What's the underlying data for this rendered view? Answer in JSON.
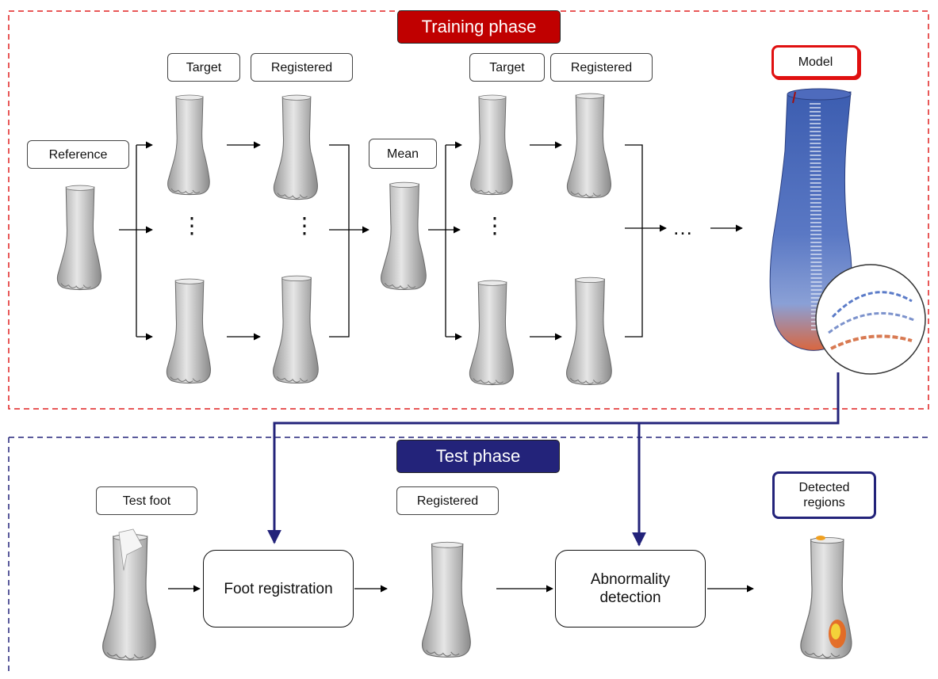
{
  "phases": {
    "training": "Training phase",
    "test": "Test phase"
  },
  "labels": {
    "target_1": "Target",
    "registered_1": "Registered",
    "target_2": "Target",
    "registered_2": "Registered",
    "model": "Model",
    "reference": "Reference",
    "mean": "Mean",
    "test_foot": "Test foot",
    "registered_test": "Registered",
    "detected_regions": "Detected regions"
  },
  "processes": {
    "foot_registration": "Foot registration",
    "abnormality_detection": "Abnormality detection"
  },
  "ellipsis": {
    "vertical": "⋮",
    "horizontal": "…"
  },
  "colors": {
    "training_accent": "#c00000",
    "test_accent": "#23237a",
    "training_border_dashed": "#e02020",
    "test_border_dashed": "#23237a",
    "foot_mesh": "#cfcfcf",
    "model_mesh": "#3d5fb5",
    "abnormal_highlight": "#e8661a"
  },
  "icons": {
    "foot": "foot-mesh-icon",
    "model": "shape-model-icon",
    "magnifier": "zoom-inset-icon",
    "arrow": "arrow-right-icon"
  }
}
